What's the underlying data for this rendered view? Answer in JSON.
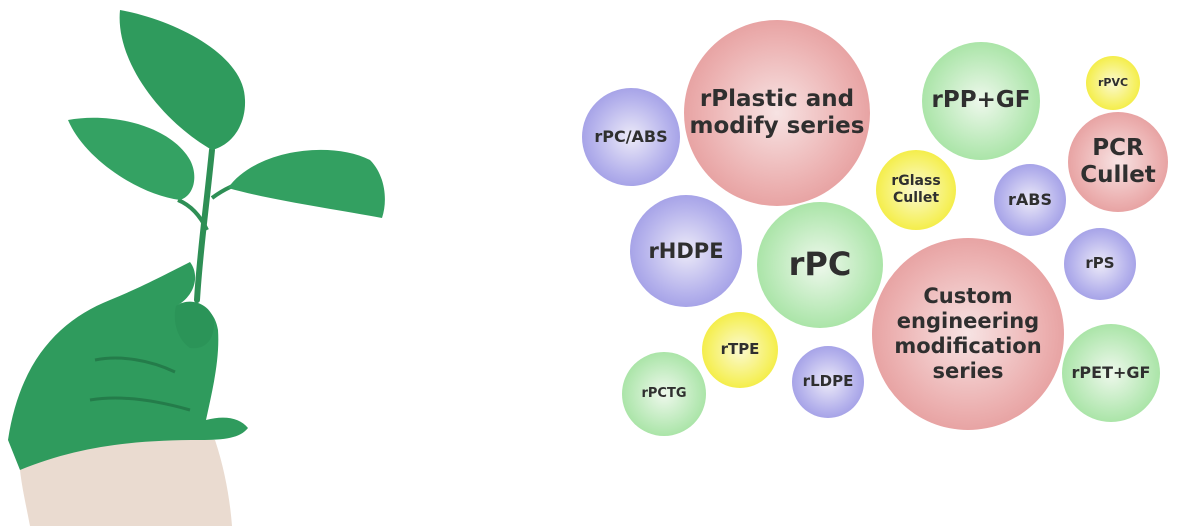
{
  "bubbles": {
    "rplastic": "rPlastic and\nmodify series",
    "rpp_gf": "rPP+GF",
    "rpvc": "rPVC",
    "rpc_abs": "rPC/ABS",
    "pcr_cullet": "PCR\nCullet",
    "rglass_cullet": "rGlass\nCullet",
    "rabs": "rABS",
    "rhdpe": "rHDPE",
    "rpc": "rPC",
    "rps": "rPS",
    "custom": "Custom\nengineering\nmodification\nseries",
    "rtpe": "rTPE",
    "rpctg": "rPCTG",
    "rldpe": "rLDPE",
    "rpet_gf": "rPET+GF"
  },
  "colors": {
    "red": "#ecb1b1",
    "green": "#b9e9b7",
    "blue": "#b5b2ec",
    "yellow": "#f6f168",
    "leaf_green": "#2f9b5d",
    "skin": "#eadbd0"
  },
  "icons": {
    "illustration": "green-painted-hand-holding-sprout"
  }
}
